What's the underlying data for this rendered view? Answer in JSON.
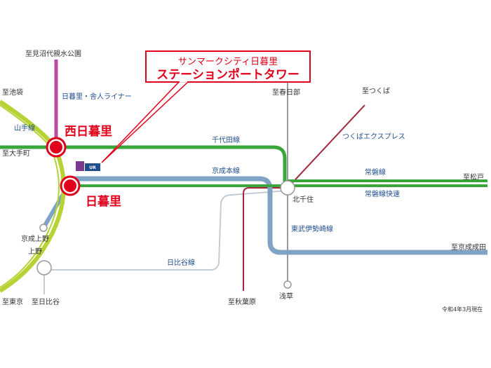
{
  "callout": {
    "line1": "サンマークシティ日暮里",
    "line2": "ステーションポートタワー"
  },
  "stations": {
    "nishi_nippori": "西日暮里",
    "nippori": "日暮里",
    "kitasenju": "北千住",
    "keisei_ueno": "京成上野",
    "ueno": "上野",
    "asakusa": "浅草"
  },
  "destinations": {
    "minumadai": "至見沼代親水公園",
    "ikebukuro": "至池袋",
    "otemachi": "至大手町",
    "kasukabe": "至春日部",
    "tsukuba": "至つくば",
    "matsudo": "至松戸",
    "narita": "至京成成田",
    "akihabara": "至秋葉原",
    "tokyo": "至東京",
    "hibiya": "至日比谷"
  },
  "lines": {
    "liner": "日暮里・舎人ライナー",
    "yamanote": "山手線",
    "chiyoda": "千代田線",
    "keisei": "京成本線",
    "tsukuba_ex": "つくばエクスプレス",
    "joban": "常磐線",
    "joban_rapid": "常磐線快速",
    "tobu": "東武伊勢崎線",
    "hibiya": "日比谷線"
  },
  "logo": {
    "text": "UR"
  },
  "note": "令和4年3月現在",
  "colors": {
    "station_red": "#e0001b",
    "yamanote": "#b5d334",
    "chiyoda": "#3aa53a",
    "joban": "#3aa53a",
    "keisei": "#7fa3c5",
    "hibiya": "#b9c3cc",
    "tobu": "#999999",
    "tsukuba": "#a3263c",
    "liner": "#b94aa0",
    "logo": "#7a3b8f"
  }
}
